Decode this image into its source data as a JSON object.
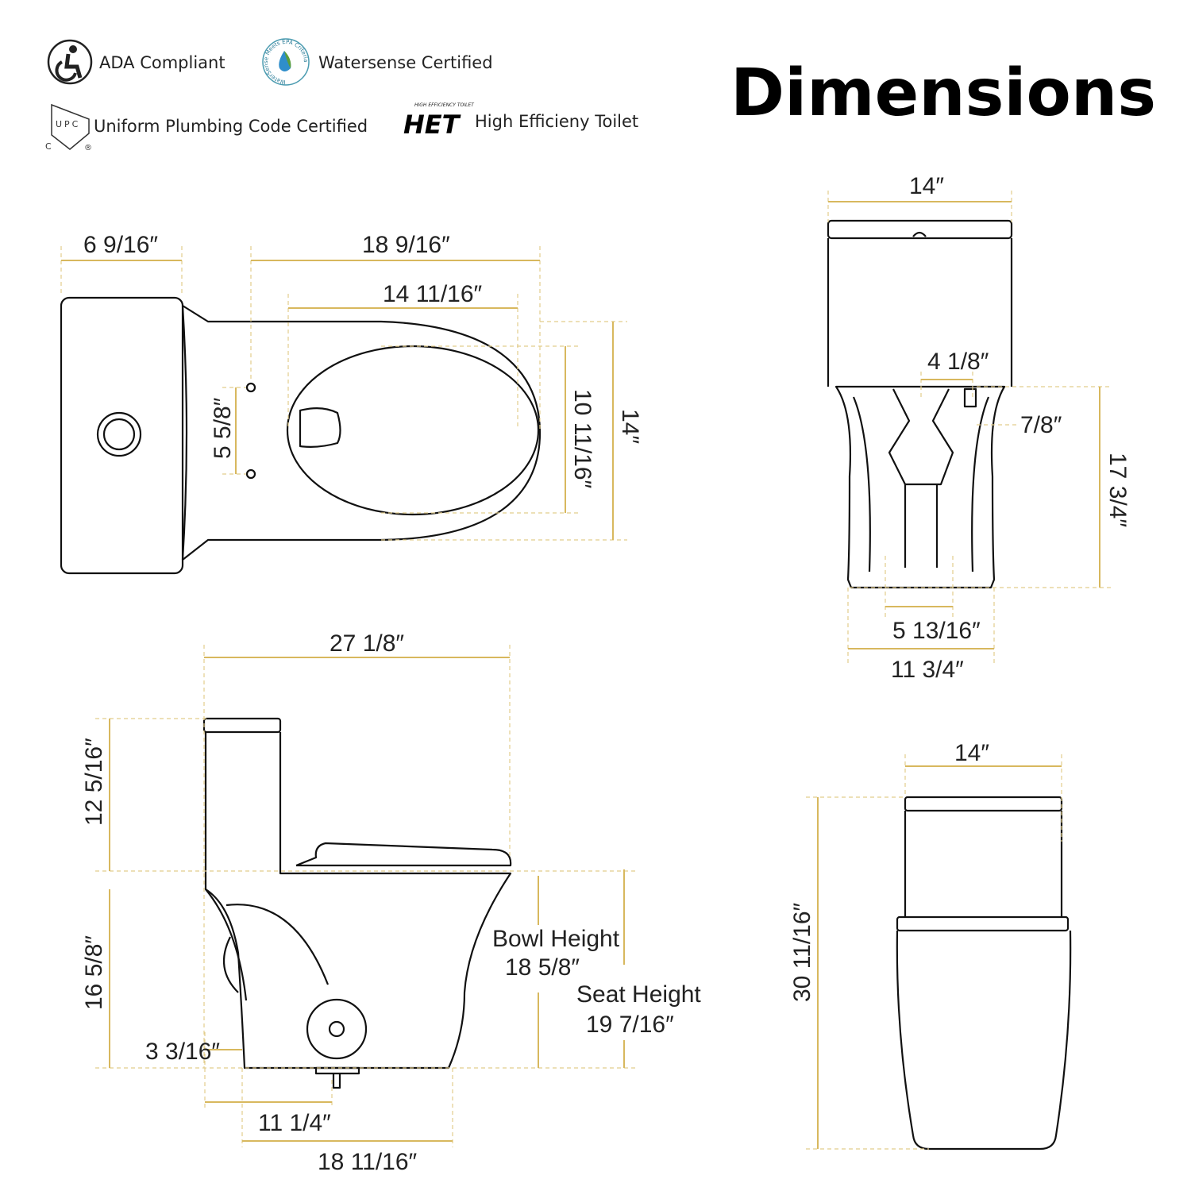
{
  "title": "Dimensions",
  "badges": {
    "ada": "ADA Compliant",
    "watersense": "Watersense Certified",
    "watersense_logo_text": "WaterSense Meets EPA Criteria",
    "upc": "Uniform Plumbing Code Certified",
    "upc_logo_text": "UPC",
    "het": "High Efficieny Toilet",
    "het_logo_text": "HET",
    "het_logo_small": "HIGH EFFICIENCY TOILET"
  },
  "top_view": {
    "tank_depth": "6 9/16″",
    "bowl_length": "18 9/16″",
    "seat_opening_length": "14 11/16″",
    "bolt_spacing": "5 5/8″",
    "seat_opening_width": "10 11/16″",
    "overall_width": "14″"
  },
  "front_view": {
    "tank_width": "14″",
    "inlet_offset": "4 1/8″",
    "inlet_size": "7/8″",
    "inlet_height": "17 3/4″",
    "base_bolt_spacing": "5 13/16″",
    "base_width": "11 3/4″"
  },
  "side_view": {
    "overall_length": "27 1/8″",
    "tank_height": "12 5/16″",
    "bowl_body_height": "16 5/8″",
    "rear_offset": "3 3/16″",
    "rough_in": "11 1/4″",
    "base_length": "18 11/16″",
    "bowl_height_label": "Bowl Height",
    "bowl_height": "18 5/8″",
    "seat_height_label": "Seat Height",
    "seat_height": "19 7/16″"
  },
  "back_view": {
    "width": "14″",
    "overall_height": "30 11/16″"
  },
  "colors": {
    "dimension_line": "#d8b85e",
    "outline": "#111111"
  }
}
